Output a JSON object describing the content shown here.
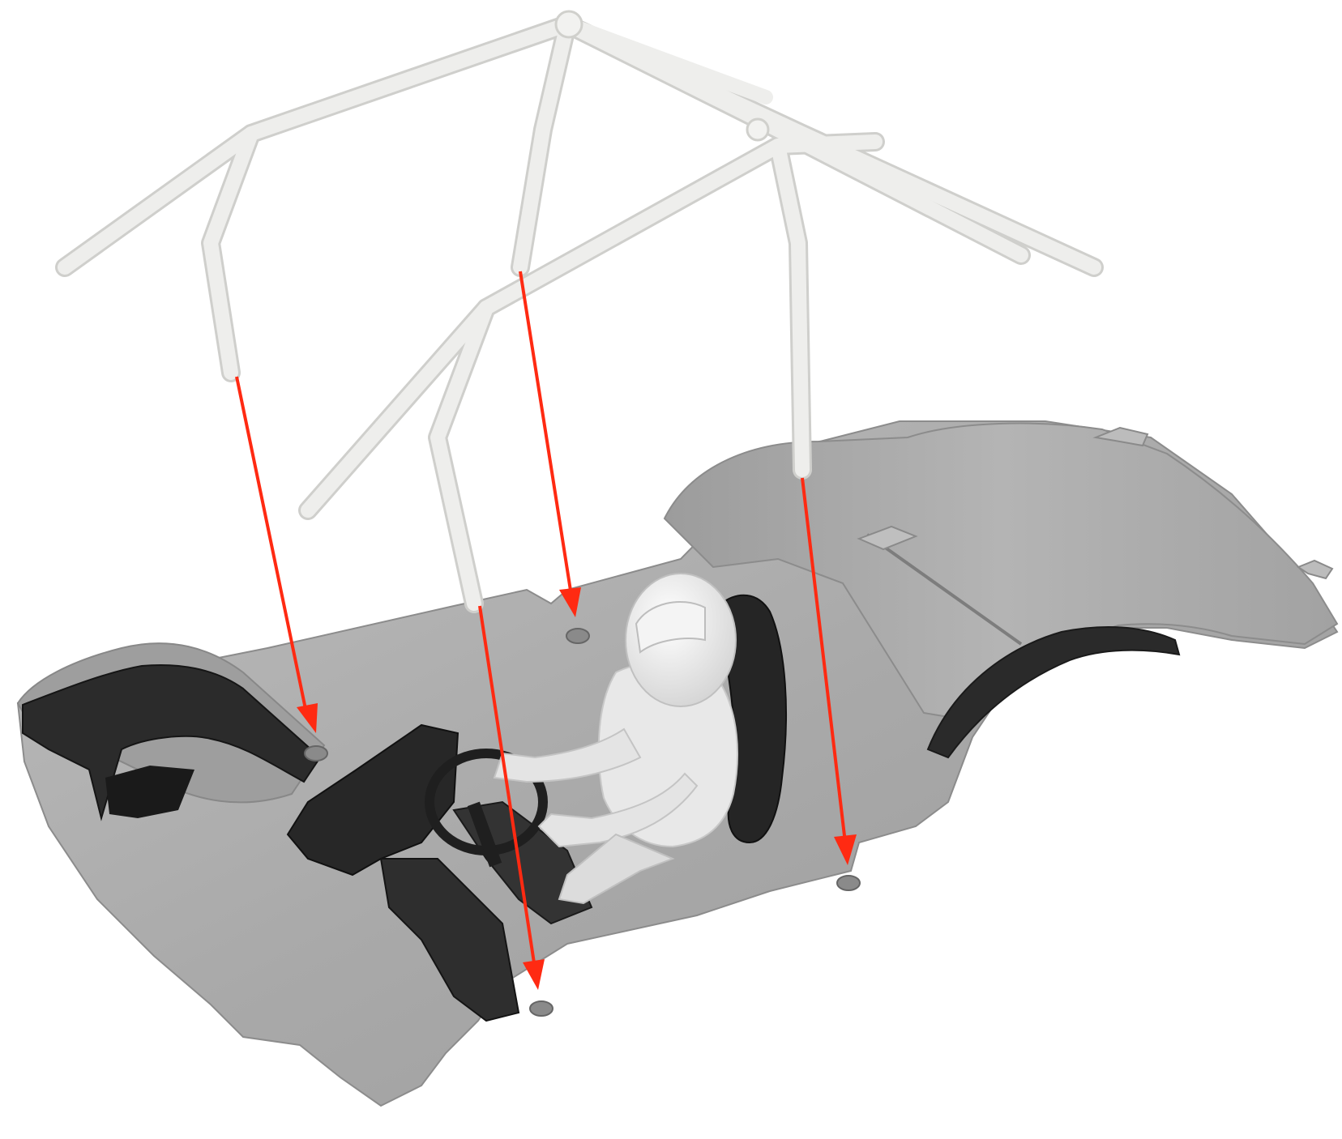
{
  "colors": {
    "background": "#ffffff",
    "chassis_tub": "#a9a9a9",
    "chassis_shade": "#8e8e8e",
    "chassis_highlight": "#c6c6c6",
    "dark_parts": "#262626",
    "roll_cage": "#eeeeec",
    "roll_cage_shade": "#cfcfcc",
    "driver_figure": "#ececec",
    "arrow": "#ff2a12",
    "mount_point": "#8a8a8a"
  },
  "assembly": {
    "upper_part": "roll-cage",
    "lower_part": "chassis-tub-with-driver",
    "arrow_count": 4,
    "mount_point_count": 4
  }
}
